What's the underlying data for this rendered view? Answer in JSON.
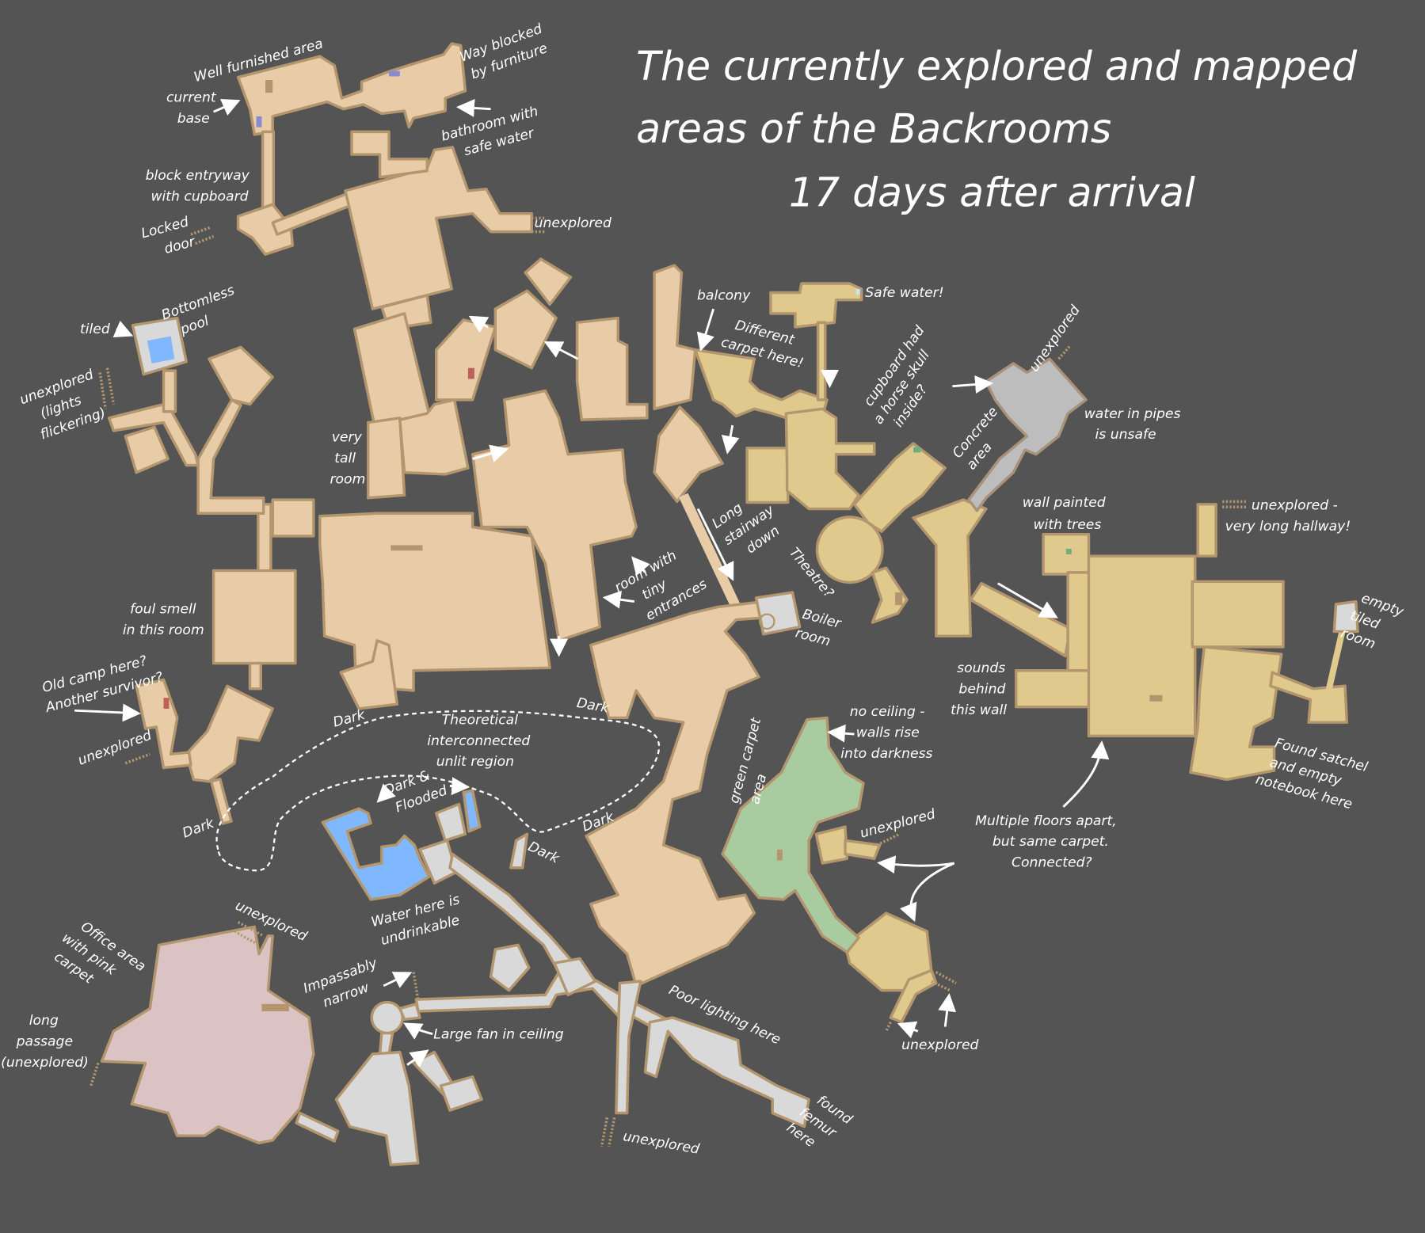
{
  "title": {
    "line1": "The currently explored and mapped",
    "line2": "areas of the Backrooms",
    "line3": "17 days after arrival"
  },
  "colors": {
    "background": "#545454",
    "carpet_tan": "#e8cca8",
    "carpet_yellow": "#e0c98c",
    "concrete_grey": "#bdbdbd",
    "tiled_light_grey": "#d9d9d9",
    "green_carpet": "#a8cba0",
    "pink_carpet": "#dcc3c3",
    "water_blue": "#80b8ff",
    "walls": "#b3966e"
  },
  "labels": {
    "well_furnished": [
      "Well furnished area"
    ],
    "current_base": [
      "current",
      "base"
    ],
    "way_blocked": [
      "Way blocked",
      "by furniture"
    ],
    "bathroom": [
      "bathroom with",
      "safe water"
    ],
    "block_entryway": [
      "block entryway",
      "with cupboard"
    ],
    "locked_door": [
      "Locked",
      "door"
    ],
    "unexplored_top": [
      "unexplored"
    ],
    "tiled": [
      "tiled"
    ],
    "bottomless_pool": [
      "Bottomless",
      "pool"
    ],
    "lights_flickering": [
      "unexplored",
      "(lights",
      "flickering)"
    ],
    "very_tall_room": [
      "very",
      "tall",
      "room"
    ],
    "balcony": [
      "balcony"
    ],
    "different_carpet": [
      "Different",
      "carpet here!"
    ],
    "safe_water": [
      "Safe water!"
    ],
    "horse_skull": [
      "cupboard had",
      "a horse skull",
      "inside?"
    ],
    "unexplored_concrete": [
      "unexplored"
    ],
    "concrete_area": [
      "Concrete",
      "area"
    ],
    "water_pipes": [
      "water in pipes",
      "is unsafe"
    ],
    "wall_trees": [
      "wall painted",
      "with trees"
    ],
    "long_hallway": [
      "unexplored -",
      "very long hallway!"
    ],
    "long_stairway": [
      "Long",
      "stairway",
      "down"
    ],
    "theatre": [
      "Theatre?"
    ],
    "boiler_room": [
      "Boiler",
      "room"
    ],
    "tiny_entrances": [
      "room with",
      "tiny",
      "entrances"
    ],
    "foul_smell": [
      "foul smell",
      "in this room"
    ],
    "old_camp": [
      "Old camp here?",
      "Another survivor?"
    ],
    "unexplored_left": [
      "unexplored"
    ],
    "dark_1": [
      "Dark"
    ],
    "dark_2": [
      "Dark"
    ],
    "dark_3": [
      "Dark"
    ],
    "dark_4": [
      "Dark"
    ],
    "dark_5": [
      "Dark"
    ],
    "theoretical": [
      "Theoretical",
      "interconnected",
      "unlit region"
    ],
    "dark_flooded": [
      "Dark &",
      "Flooded"
    ],
    "water_undrinkable": [
      "Water here is",
      "undrinkable"
    ],
    "sounds_wall": [
      "sounds",
      "behind",
      "this wall"
    ],
    "no_ceiling": [
      "no ceiling -",
      "walls rise",
      "into darkness"
    ],
    "green_carpet": [
      "green carpet",
      "area"
    ],
    "unexplored_green": [
      "unexplored"
    ],
    "multiple_floors": [
      "Multiple floors apart,",
      "but same carpet.",
      "Connected?"
    ],
    "empty_tiled": [
      "empty",
      "tiled",
      "room"
    ],
    "satchel": [
      "Found satchel",
      "and empty",
      "notebook here"
    ],
    "unexplored_bottom_right": [
      "unexplored"
    ],
    "unexplored_office": [
      "unexplored"
    ],
    "office_area": [
      "Office area",
      "with pink",
      "carpet"
    ],
    "long_passage": [
      "long",
      "passage",
      "(unexplored)"
    ],
    "impassably_narrow": [
      "Impassably",
      "narrow"
    ],
    "large_fan": [
      "Large fan in ceiling"
    ],
    "poor_lighting": [
      "Poor lighting here"
    ],
    "femur": [
      "found",
      "femur",
      "here"
    ],
    "unexplored_bottom": [
      "unexplored"
    ]
  }
}
